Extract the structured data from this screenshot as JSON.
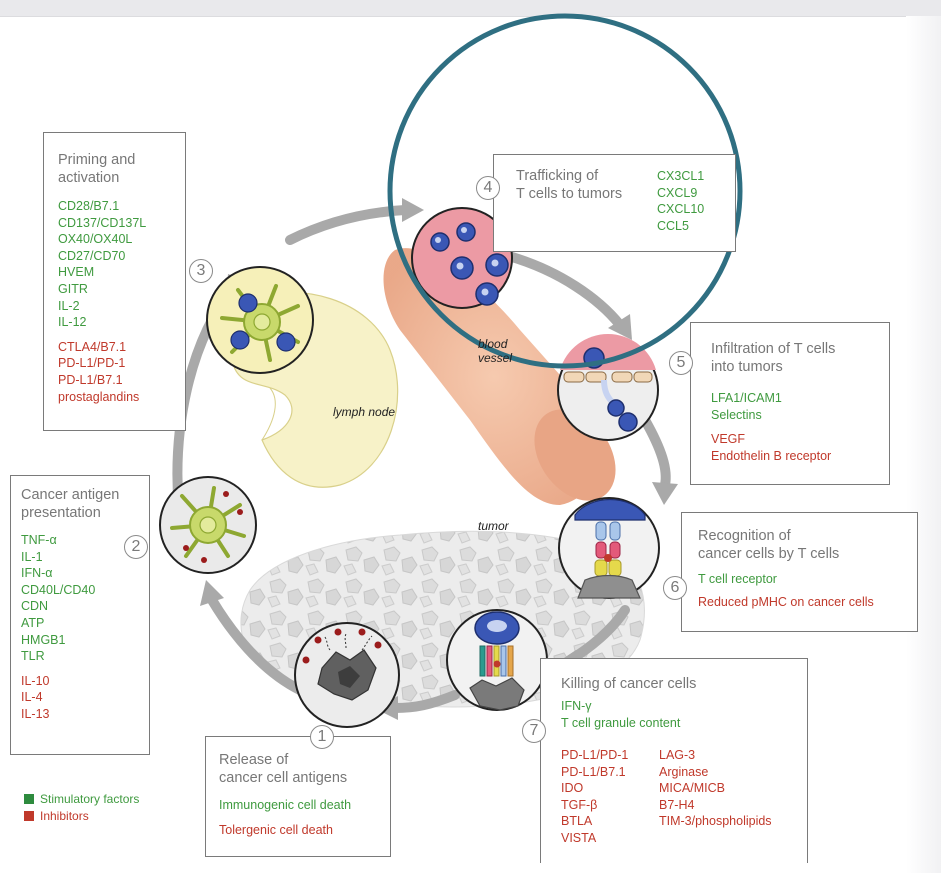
{
  "steps": {
    "s1": {
      "number": "1",
      "title": [
        "Release of",
        "cancer cell antigens"
      ],
      "stimulatory": [
        "Immunogenic cell death"
      ],
      "inhibitory": [
        "Tolergenic cell death"
      ]
    },
    "s2": {
      "number": "2",
      "title": [
        "Cancer antigen",
        "presentation"
      ],
      "stimulatory": [
        "TNF-α",
        "IL-1",
        "IFN-α",
        "CD40L/CD40",
        "CDN",
        "ATP",
        "HMGB1",
        "TLR"
      ],
      "inhibitory": [
        "IL-10",
        "IL-4",
        "IL-13"
      ]
    },
    "s3": {
      "number": "3",
      "title": [
        "Priming and",
        "activation"
      ],
      "stimulatory": [
        "CD28/B7.1",
        "CD137/CD137L",
        "OX40/OX40L",
        "CD27/CD70",
        "HVEM",
        "GITR",
        "IL-2",
        "IL-12"
      ],
      "inhibitory": [
        "CTLA4/B7.1",
        "PD-L1/PD-1",
        "PD-L1/B7.1",
        "prostaglandins"
      ]
    },
    "s4": {
      "number": "4",
      "title": [
        "Trafficking of",
        "T cells to tumors"
      ],
      "stimulatory": [
        "CX3CL1",
        "CXCL9",
        "CXCL10",
        "CCL5"
      ]
    },
    "s5": {
      "number": "5",
      "title": [
        "Infiltration of T cells",
        "into tumors"
      ],
      "stimulatory": [
        "LFA1/ICAM1",
        "Selectins"
      ],
      "inhibitory": [
        "VEGF",
        "Endothelin B receptor"
      ]
    },
    "s6": {
      "number": "6",
      "title": [
        "Recognition of",
        "cancer cells by T cells"
      ],
      "stimulatory": [
        "T cell receptor"
      ],
      "inhibitory": [
        "Reduced pMHC on cancer cells"
      ]
    },
    "s7": {
      "number": "7",
      "title": [
        "Killing of cancer cells"
      ],
      "stimulatory": [
        "IFN-γ",
        "T cell granule content"
      ],
      "inhibitory_col1": [
        "PD-L1/PD-1",
        "PD-L1/B7.1",
        "IDO",
        "TGF-β",
        "BTLA",
        "VISTA"
      ],
      "inhibitory_col2": [
        "LAG-3",
        "Arginase",
        "MICA/MICB",
        "B7-H4",
        "TIM-3/phospholipids"
      ]
    }
  },
  "labels": {
    "lymph_node": "lymph node",
    "blood_vessel": [
      "blood",
      "vessel"
    ],
    "tumor": "tumor"
  },
  "legend": {
    "stimulatory": "Stimulatory factors",
    "inhibitors": "Inhibitors"
  },
  "colors": {
    "stimulatory": "#3f9a3f",
    "inhibitory": "#c0392b",
    "highlight_ring": "#2f6f82"
  }
}
